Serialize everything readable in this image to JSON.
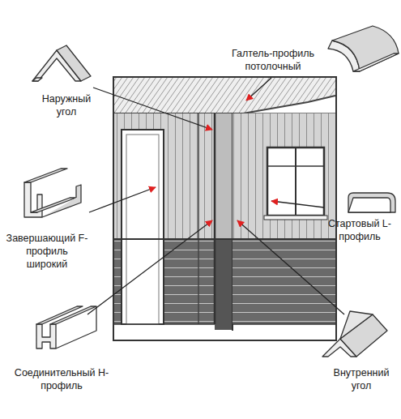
{
  "diagram": {
    "labels": [
      "Галтель-профиль потолочный",
      "Наружный угол",
      "Завершающий F-профиль широкий",
      "Стартовый L-профиль",
      "Соединительный H-профиль",
      "Внутренний угол"
    ]
  }
}
